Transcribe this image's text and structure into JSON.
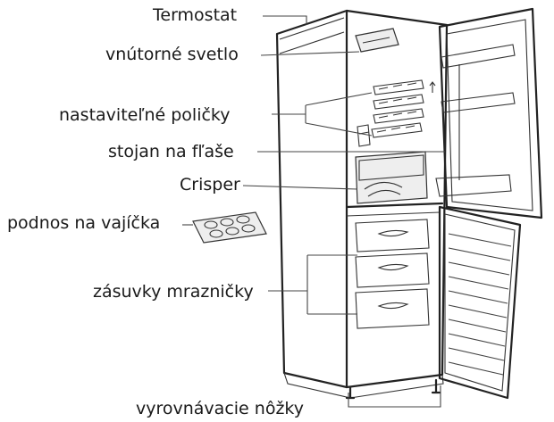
{
  "labels": {
    "termostat": "Termostat",
    "svetlo": "vnútorné svetlo",
    "policky": "nastaviteľné poličky",
    "stojan": "stojan na fľaše",
    "crisper": "Crisper",
    "podnos": "podnos na vajíčka",
    "zasuvky": "zásuvky mrazničky",
    "nozky": "vyrovnávacie nôžky"
  }
}
